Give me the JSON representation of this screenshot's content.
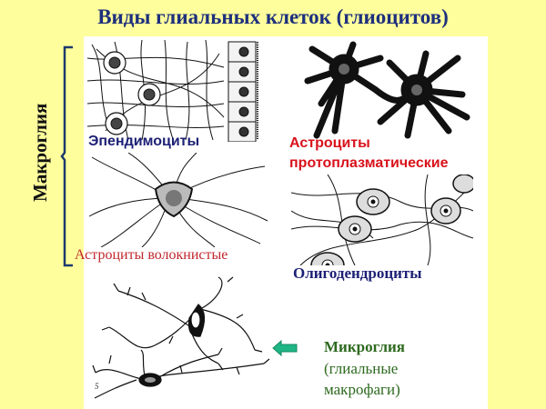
{
  "slide": {
    "title": "Виды глиальных клеток (глиоцитов)",
    "background_color": "#fefe9c",
    "title_color": "#1d2f7d"
  },
  "group": {
    "label": "Макроглия",
    "bracket_color": "#1d3a6e"
  },
  "figures": [
    {
      "id": "ependymocytes",
      "label": "Эпендимоциты",
      "label_color": "#1d2175"
    },
    {
      "id": "astrocytes-protoplasmic",
      "label_line1": "Астроциты",
      "label_line2": "протоплазматические",
      "label_color": "#d9121b"
    },
    {
      "id": "astrocytes-fibrous",
      "label": "Астроциты волокнистые",
      "label_color": "#c0262d"
    },
    {
      "id": "oligodendrocytes",
      "label": "Олигодендроциты",
      "label_color": "#1d2175"
    },
    {
      "id": "microglia",
      "label": "Микроглия",
      "sublabel_line1": "(глиальные",
      "sublabel_line2": "макрофаги)",
      "label_color": "#2e6a1f",
      "figure_number": "5"
    }
  ],
  "pointer": {
    "icon": "arrow-left-icon",
    "color": "#1fb585"
  }
}
